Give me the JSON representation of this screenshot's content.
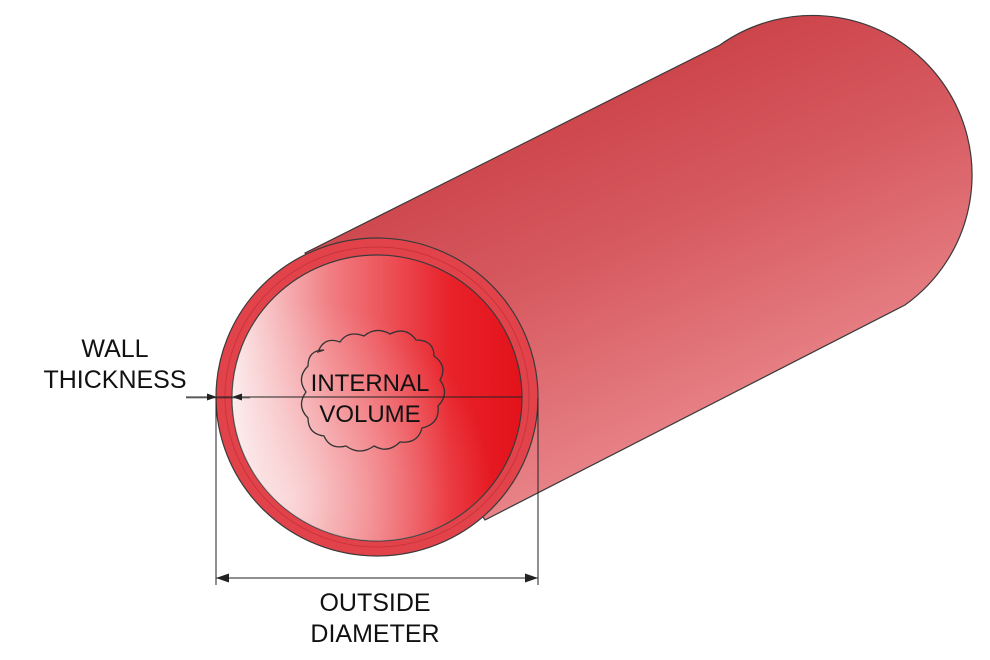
{
  "annotations": {
    "wall_thickness": {
      "line1": "WALL",
      "line2": "THICKNESS"
    },
    "internal_volume": {
      "line1": "INTERNAL",
      "line2": "VOLUME"
    },
    "outside_diameter": {
      "line1": "OUTSIDE",
      "line2": "DIAMETER"
    }
  },
  "colors": {
    "tube_body": "#d9464d",
    "tube_body_light": "#ec8f93",
    "tube_wall": "#e03c44",
    "bore_dark": "#e8141d",
    "bore_light": "#fbe6e7",
    "outline": "#3a3a3a",
    "dimension_line": "#222222",
    "text": "#111111"
  }
}
